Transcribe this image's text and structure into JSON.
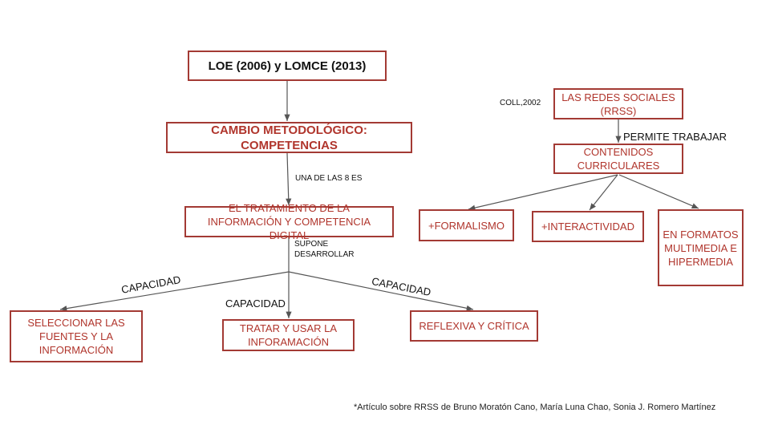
{
  "diagram": {
    "nodes": {
      "loe": "LOE (2006) y LOMCE (2013)",
      "cambio": "CAMBIO METODOLÓGICO: COMPETENCIAS",
      "tratamiento": "EL TRATAMIENTO DE LA INFORMACIÓN Y COMPETENCIA DIGITAL",
      "seleccionar": "SELECCIONAR LAS FUENTES Y LA INFORMACIÓN",
      "tratar": "TRATAR Y USAR LA INFORAMACIÓN",
      "reflexiva": "REFLEXIVA Y CRÍTICA",
      "redes": "LAS REDES SOCIALES (RRSS)",
      "contenidos": "CONTENIDOS CURRICULARES",
      "formalismo": "+FORMALISMO",
      "interactividad": "+INTERACTIVIDAD",
      "formatos": "EN FORMATOS MULTIMEDIA E HIPERMEDIA"
    },
    "edge_labels": {
      "una_de_las": "UNA DE LAS 8 ES",
      "supone_1": "SUPONE",
      "supone_2": "DESARROLLAR",
      "capacidad_left": "CAPACIDAD",
      "capacidad_mid": "CAPACIDAD",
      "capacidad_right": "CAPACIDAD",
      "permite": "PERMITE TRABAJAR"
    },
    "coll": "COLL,2002",
    "footer": "*Artículo sobre RRSS de  Bruno Moratón Cano, María Luna Chao, Sonia J. Romero Martínez"
  },
  "colors": {
    "accent": "#a33a34",
    "line": "#555555"
  }
}
